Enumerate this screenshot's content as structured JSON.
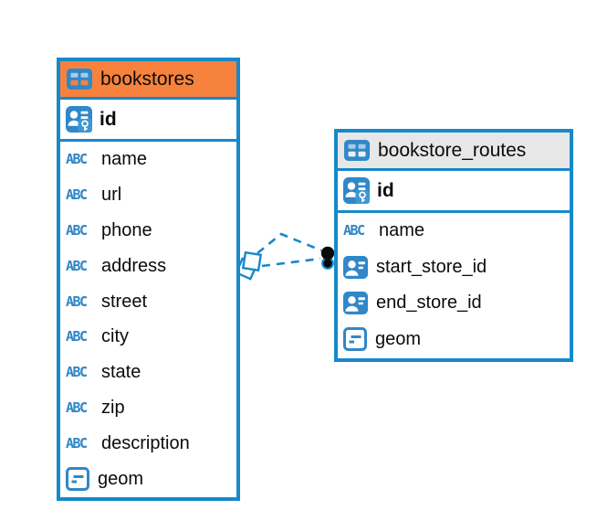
{
  "colors": {
    "accent_blue": "#1789CB",
    "icon_blue": "#2F88C8",
    "header_orange": "#F6823E",
    "header_gray": "#E7E7E7",
    "endpoint_black": "#0A0A0A"
  },
  "tables": [
    {
      "name": "bookstores",
      "header_color": "#F6823E",
      "fields": [
        {
          "name": "id",
          "type": "primary-key"
        },
        {
          "name": "name",
          "type": "text"
        },
        {
          "name": "url",
          "type": "text"
        },
        {
          "name": "phone",
          "type": "text"
        },
        {
          "name": "address",
          "type": "text"
        },
        {
          "name": "street",
          "type": "text"
        },
        {
          "name": "city",
          "type": "text"
        },
        {
          "name": "state",
          "type": "text"
        },
        {
          "name": "zip",
          "type": "text"
        },
        {
          "name": "description",
          "type": "text"
        },
        {
          "name": "geom",
          "type": "geometry"
        }
      ]
    },
    {
      "name": "bookstore_routes",
      "header_color": "#E7E7E7",
      "fields": [
        {
          "name": "id",
          "type": "primary-key"
        },
        {
          "name": "name",
          "type": "text"
        },
        {
          "name": "start_store_id",
          "type": "foreign-key"
        },
        {
          "name": "end_store_id",
          "type": "foreign-key"
        },
        {
          "name": "geom",
          "type": "geometry"
        }
      ]
    }
  ],
  "relationship": {
    "from_table": "bookstore_routes",
    "to_table": "bookstores",
    "line_style": "dashed"
  }
}
